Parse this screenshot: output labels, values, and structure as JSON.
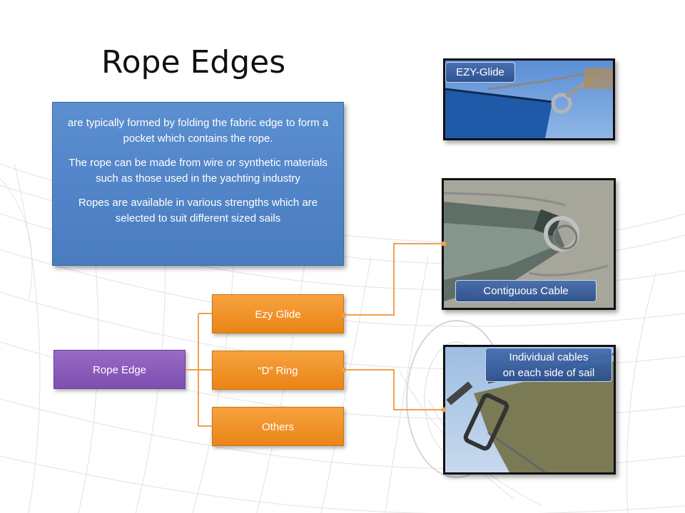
{
  "title": "Rope Edges",
  "description": {
    "paragraphs": [
      "are typically formed by folding the fabric edge to form a pocket which  contains the rope.",
      "The rope can be made from wire or synthetic materials such as those used in the yachting industry",
      "Ropes are available in various  strengths which are selected to suit different sized sails"
    ]
  },
  "diagram": {
    "root": "Rope Edge",
    "children": [
      "Ezy Glide",
      "“D” Ring",
      "Others"
    ]
  },
  "photos": {
    "ezy_glide_caption": "EZY-Glide",
    "contiguous_caption": "Contiguous Cable",
    "individual_caption_line1": "Individual cables",
    "individual_caption_line2": "on each side of sail"
  },
  "colors": {
    "desc_box": "#4f82c4",
    "root_node": "#8a5cbb",
    "child_node": "#f0901f",
    "connector": "#f0a050"
  }
}
